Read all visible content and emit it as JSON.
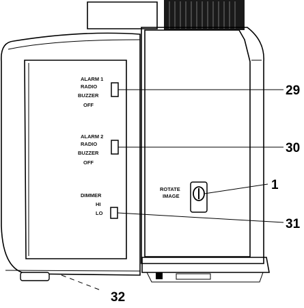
{
  "panel": {
    "alarm1": {
      "title": "ALARM 1",
      "options": [
        "RADIO",
        "BUZZER",
        "OFF"
      ]
    },
    "alarm2": {
      "title": "ALARM 2",
      "options": [
        "RADIO",
        "BUZZER",
        "OFF"
      ]
    },
    "dimmer": {
      "title": "DIMMER",
      "options": [
        "HI",
        "LO"
      ]
    },
    "rotate": {
      "line1": "ROTATE",
      "line2": "IMAGE"
    }
  },
  "callouts": [
    "29",
    "30",
    "1",
    "31",
    "32"
  ]
}
